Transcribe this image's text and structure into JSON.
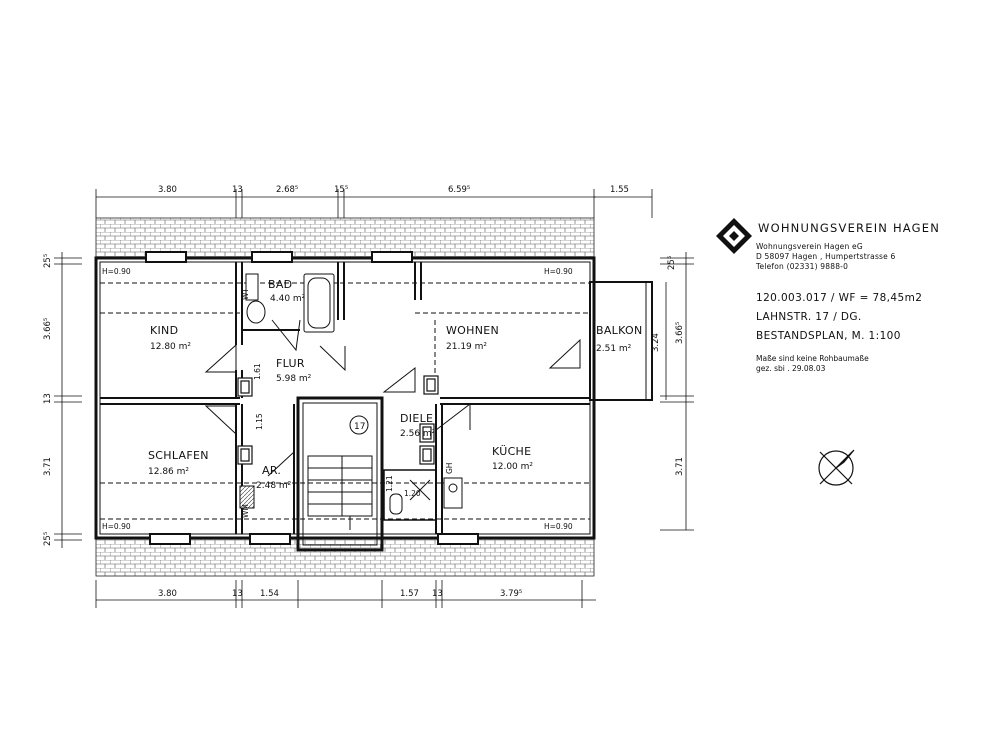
{
  "header": {
    "company_name": "WOHNUNGSVEREIN HAGEN",
    "address_lines": [
      "Wohnungsverein Hagen eG",
      "D 58097 Hagen , Humpertstrasse 6",
      "Telefon (02331) 9888-0"
    ],
    "plan_info": [
      "120.003.017 / WF = 78,45m2",
      "LAHNSTR. 17 / DG.",
      "BESTANDSPLAN,  M. 1:100"
    ],
    "notes": [
      "Maße sind keine Rohbaumaße",
      "gez. sbi . 29.08.03"
    ]
  },
  "rooms": {
    "kind": {
      "name": "KIND",
      "area": "12.80 m²"
    },
    "bad": {
      "name": "BAD",
      "area": "4.40 m²"
    },
    "flur": {
      "name": "FLUR",
      "area": "5.98 m²"
    },
    "wohnen": {
      "name": "WOHNEN",
      "area": "21.19 m²"
    },
    "balkon": {
      "name": "BALKON",
      "area": "2.51 m²"
    },
    "diele": {
      "name": "DIELE",
      "area": "2.56 m²"
    },
    "schlafen": {
      "name": "SCHLAFEN",
      "area": "12.86 m²"
    },
    "abstell": {
      "name": "AR.",
      "area": "2.48 m²"
    },
    "kueche": {
      "name": "KÜCHE",
      "area": "12.00 m²"
    }
  },
  "stair_label": "17",
  "height_marks": [
    "H=0.90",
    "H=0.90",
    "H=0.90",
    "H=0.90"
  ],
  "dims": {
    "top": [
      "3.80",
      "13",
      "2.68⁵",
      "15⁵",
      "6.59⁵",
      "1.55"
    ],
    "bottom": [
      "3.80",
      "13",
      "1.54",
      "1.57",
      "13",
      "3.79⁵"
    ],
    "left": [
      "25⁵",
      "3.66⁵",
      "13",
      "3.71",
      "25⁵"
    ],
    "right": [
      "25⁵",
      "3.24",
      "3.66⁵",
      "3.71"
    ],
    "inner": [
      "1.61",
      "1.15",
      "1.21",
      "1.20"
    ]
  },
  "fixture_labels": {
    "wm": "WM",
    "gh": "GH",
    "wt": "WT"
  }
}
